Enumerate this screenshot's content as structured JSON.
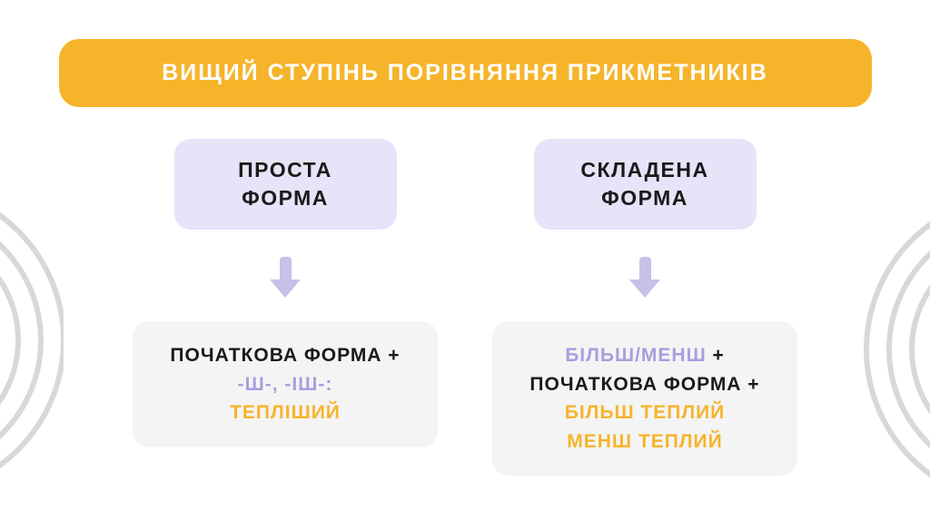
{
  "banner": {
    "title": "ВИЩИЙ СТУПІНЬ ПОРІВНЯННЯ ПРИКМЕТНИКІВ"
  },
  "simple_form": {
    "header_line1": "ПРОСТА",
    "header_line2": "ФОРМА",
    "rule_line1": "ПОЧАТКОВА ФОРМА +",
    "rule_line2": "-Ш-, -ІШ-:",
    "example": "ТЕПЛІШИЙ"
  },
  "compound_form": {
    "header_line1": "СКЛАДЕНА",
    "header_line2": "ФОРМА",
    "rule_line1_highlight": "БІЛЬШ/МЕНШ",
    "rule_line1_suffix": " +",
    "rule_line2": "ПОЧАТКОВА ФОРМА +",
    "example_line1": "БІЛЬШ ТЕПЛИЙ",
    "example_line2": "МЕНШ ТЕПЛИЙ"
  },
  "colors": {
    "banner_bg": "#F6B42B",
    "banner_text": "#FFFFFF",
    "header_box_bg": "#E7E3F8",
    "result_box_bg": "#F4F4F5",
    "body_text": "#1A1A1A",
    "purple_text": "#A89EDD",
    "orange_text": "#F6B42B",
    "arrow": "#C7C0E8",
    "arc_stroke": "#DBD7D7"
  }
}
